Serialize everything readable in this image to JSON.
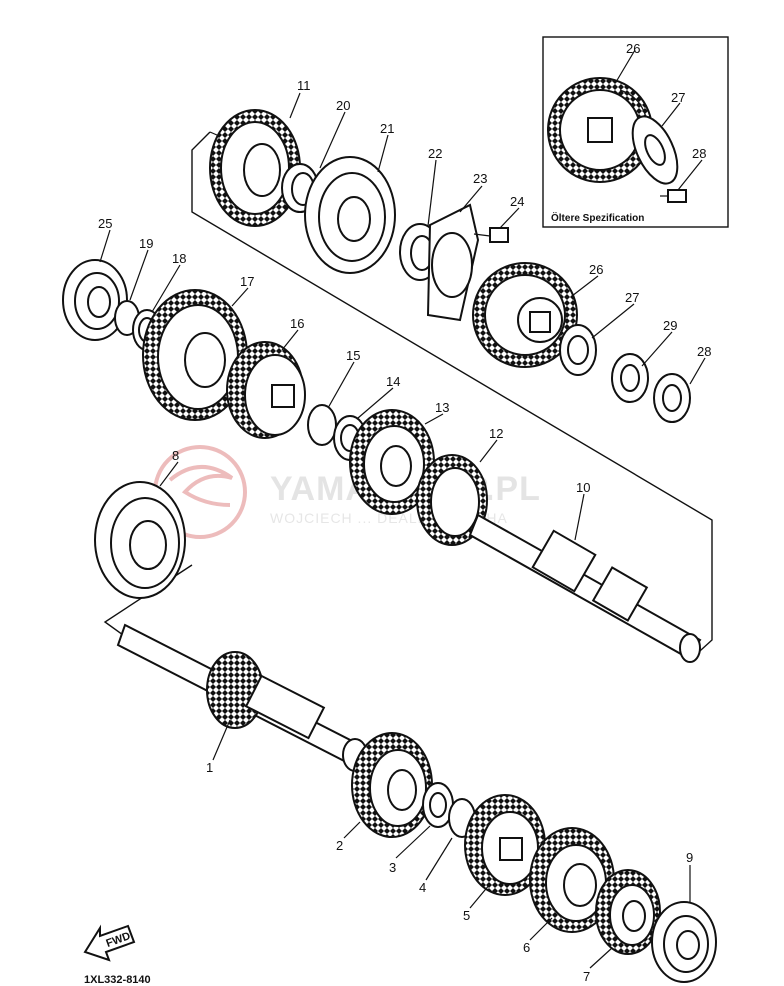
{
  "watermark": {
    "main": "YAMASKLEP.PL",
    "sub": "WOJCIECH ... DEALER YAMAHA",
    "logo_color": "#e6a0a0",
    "text_color": "#d9d9d9"
  },
  "inset": {
    "caption": "Öltere Spezification"
  },
  "drawing_code": "1XL332-8140",
  "fwd_label": "FWD",
  "callouts": {
    "c1": "1",
    "c2": "2",
    "c3": "3",
    "c4": "4",
    "c5": "5",
    "c6": "6",
    "c7": "7",
    "c8": "8",
    "c9": "9",
    "c10": "10",
    "c11": "11",
    "c12": "12",
    "c13": "13",
    "c14": "14",
    "c15": "15",
    "c16": "16",
    "c17": "17",
    "c18": "18",
    "c19": "19",
    "c20": "20",
    "c21": "21",
    "c22": "22",
    "c23": "23",
    "c24": "24",
    "c25": "25",
    "c26": "26",
    "c26b": "26",
    "c27": "27",
    "c27b": "27",
    "c28": "28",
    "c28b": "28",
    "c29": "29"
  }
}
